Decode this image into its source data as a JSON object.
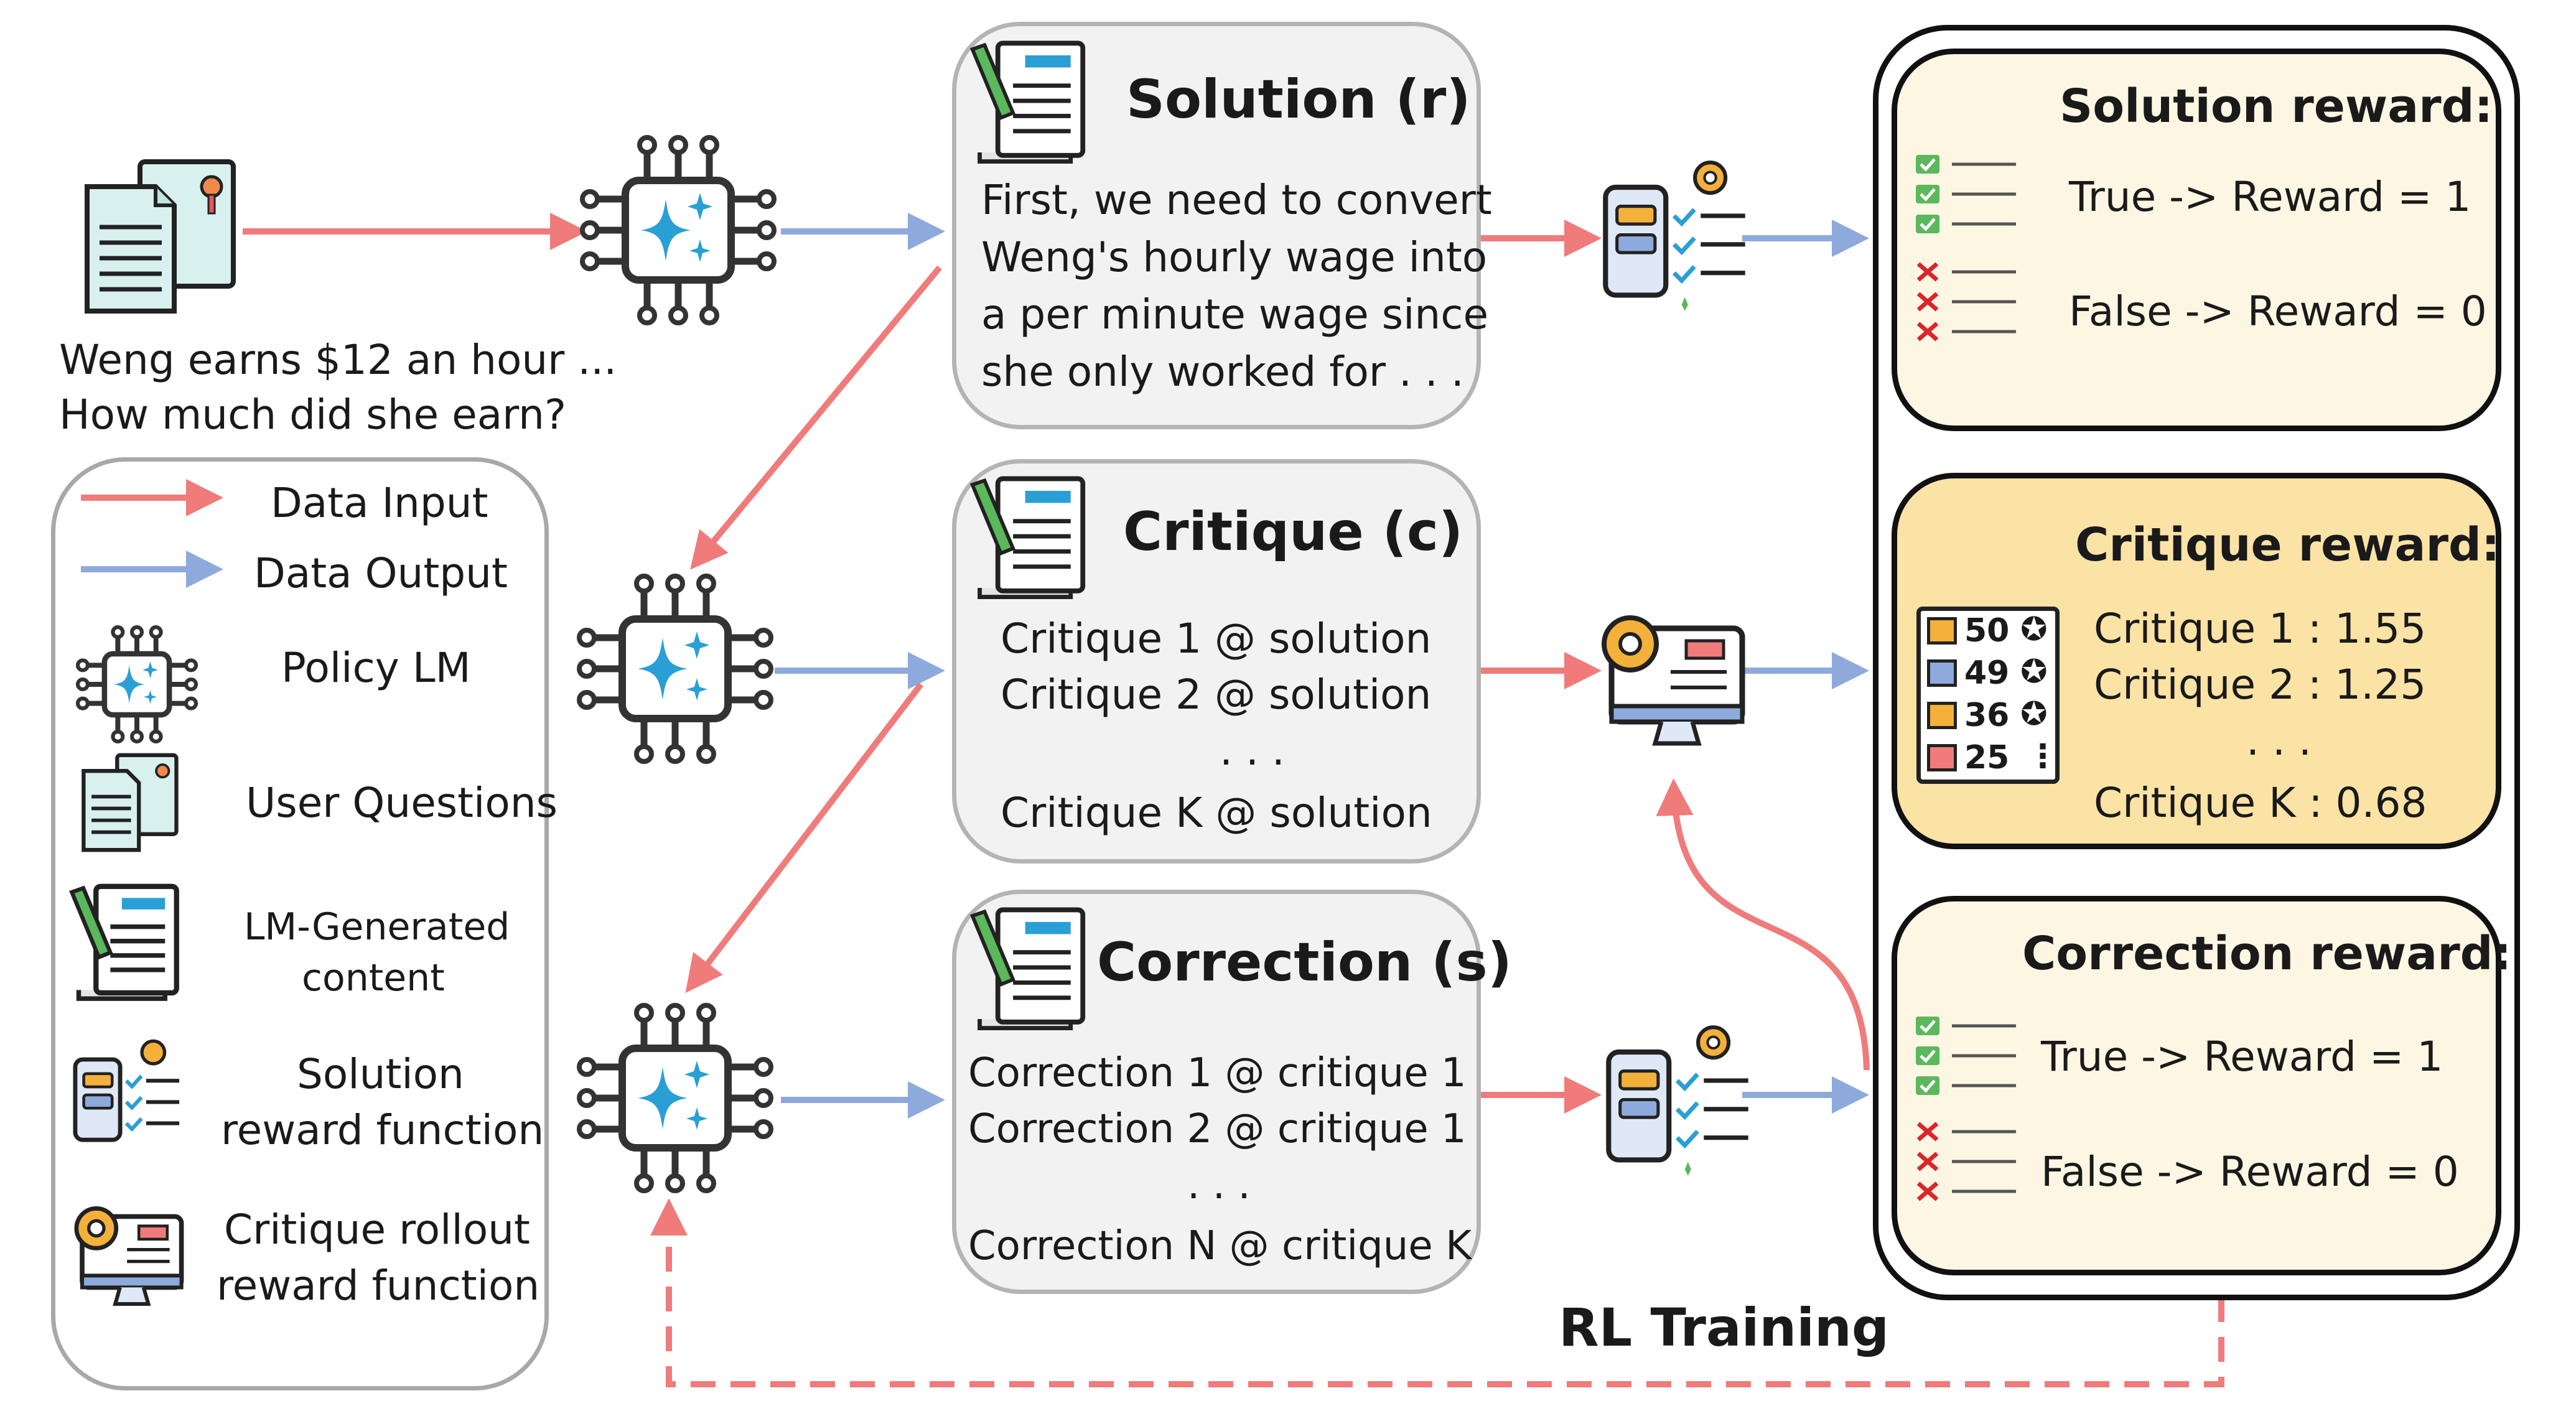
{
  "question": {
    "line1": "Weng earns $12 an hour ...",
    "line2": "How much did she earn?"
  },
  "legend": {
    "data_input": "Data Input",
    "data_output": "Data Output",
    "policy_lm": "Policy LM",
    "user_questions": "User Questions",
    "lm_generated_line1": "LM-Generated",
    "lm_generated_line2": "content",
    "solution_reward_line1": "Solution",
    "solution_reward_line2": "reward function",
    "critique_rollout_line1": "Critique rollout",
    "critique_rollout_line2": "reward function"
  },
  "solution": {
    "title": "Solution (r)",
    "lines": [
      "First, we need to convert",
      "Weng's hourly wage into",
      "a per minute wage since",
      "she only worked for . . ."
    ]
  },
  "critique": {
    "title": "Critique (c)",
    "lines": [
      "Critique 1 @ solution",
      "Critique 2 @ solution",
      ". . .",
      "Critique K @ solution"
    ]
  },
  "correction": {
    "title": "Correction (s)",
    "lines": [
      "Correction 1 @ critique 1",
      "Correction 2 @ critique 1",
      ". . .",
      "Correction N @ critique K"
    ]
  },
  "solution_reward": {
    "title": "Solution reward:",
    "true_text": "True -> Reward = 1",
    "false_text": "False -> Reward = 0"
  },
  "critique_reward": {
    "title": "Critique reward:",
    "lines": [
      "Critique 1 : 1.55",
      "Critique 2 : 1.25",
      ". . .",
      "Critique K : 0.68"
    ],
    "ranks": [
      "50",
      "49",
      "36",
      "25"
    ]
  },
  "correction_reward": {
    "title": "Correction reward:",
    "true_text": "True -> Reward = 1",
    "false_text": "False -> Reward = 0"
  },
  "rl_training": "RL Training",
  "colors": {
    "input_arrow": "#f07b7b",
    "output_arrow": "#8eaadc",
    "chip_blue": "#2a9fd6",
    "highlight_box": "#fbe3a6"
  }
}
